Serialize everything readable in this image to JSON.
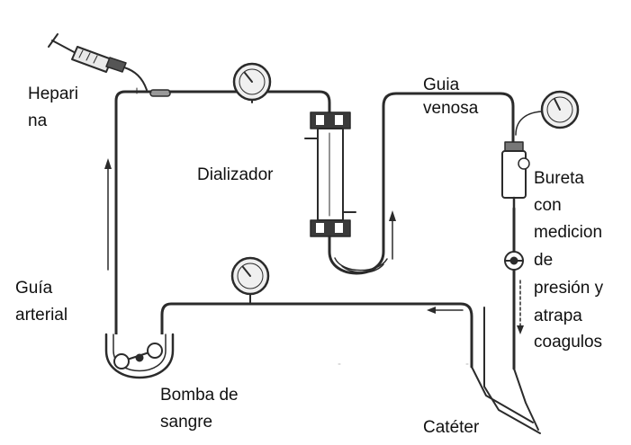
{
  "labels": {
    "heparina_1": "Hepari",
    "heparina_2": "na",
    "dializador": "Dializador",
    "guia_venosa_1": "Guia",
    "guia_venosa_2": "venosa",
    "bureta": [
      "Bureta",
      "con",
      "medicion",
      "de",
      "presión y",
      "atrapa",
      "coagulos"
    ],
    "guia_arterial_1": "Guía",
    "guia_arterial_2": "arterial",
    "bomba_1": "Bomba de",
    "bomba_2": "sangre",
    "cateter": "Catéter"
  },
  "colors": {
    "tube": "#2b2b2b",
    "ink": "#111111",
    "gauge_face": "#f0f0f0",
    "filter_band": "#3a3a3a"
  },
  "icons": [
    "syringe-icon",
    "pressure-gauge-icon",
    "dialyzer-icon",
    "drip-chamber-icon",
    "pump-icon",
    "catheter-icon",
    "flow-arrow-icon"
  ]
}
